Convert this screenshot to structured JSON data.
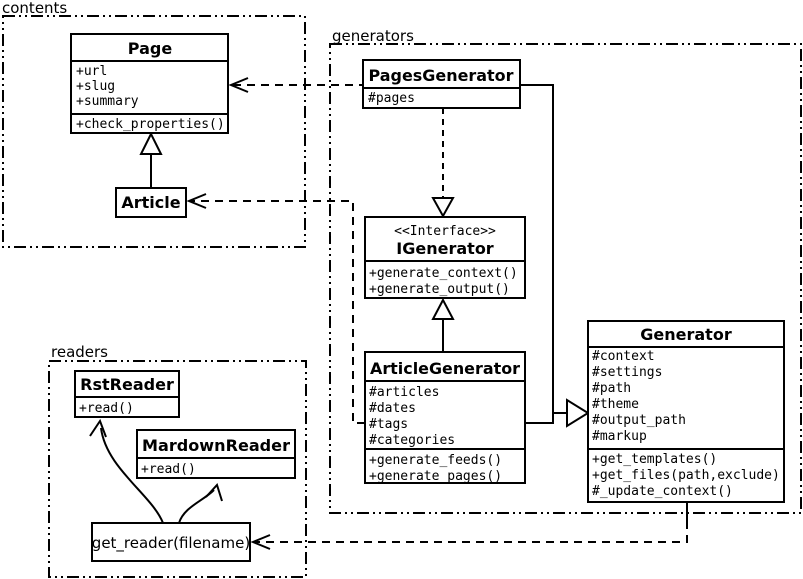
{
  "packages": {
    "contents": {
      "label": "contents"
    },
    "generators": {
      "label": "generators"
    },
    "readers": {
      "label": "readers"
    }
  },
  "classes": {
    "page": {
      "name": "Page",
      "attributes": [
        "+url",
        "+slug",
        "+summary"
      ],
      "methods": [
        "+check_properties()"
      ]
    },
    "article": {
      "name": "Article"
    },
    "pagesGenerator": {
      "name": "PagesGenerator",
      "attributes": [
        "#pages"
      ]
    },
    "iGenerator": {
      "stereotype": "<<Interface>>",
      "name": "IGenerator",
      "methods": [
        "+generate_context()",
        "+generate_output()"
      ]
    },
    "articleGenerator": {
      "name": "ArticleGenerator",
      "attributes": [
        "#articles",
        "#dates",
        "#tags",
        "#categories"
      ],
      "methods": [
        "+generate_feeds()",
        "+generate_pages()"
      ]
    },
    "generator": {
      "name": "Generator",
      "attributes": [
        "#context",
        "#settings",
        "#path",
        "#theme",
        "#output_path",
        "#markup"
      ],
      "methods": [
        "+get_templates()",
        "+get_files(path,exclude)",
        "#_update_context()"
      ]
    },
    "rstReader": {
      "name": "RstReader",
      "methods": [
        "+read()"
      ]
    },
    "mardownReader": {
      "name": "MardownReader",
      "methods": [
        "+read()"
      ]
    },
    "getReader": {
      "name": "get_reader(filename)"
    }
  },
  "colors": {
    "line": "#000000",
    "background": "#ffffff"
  }
}
